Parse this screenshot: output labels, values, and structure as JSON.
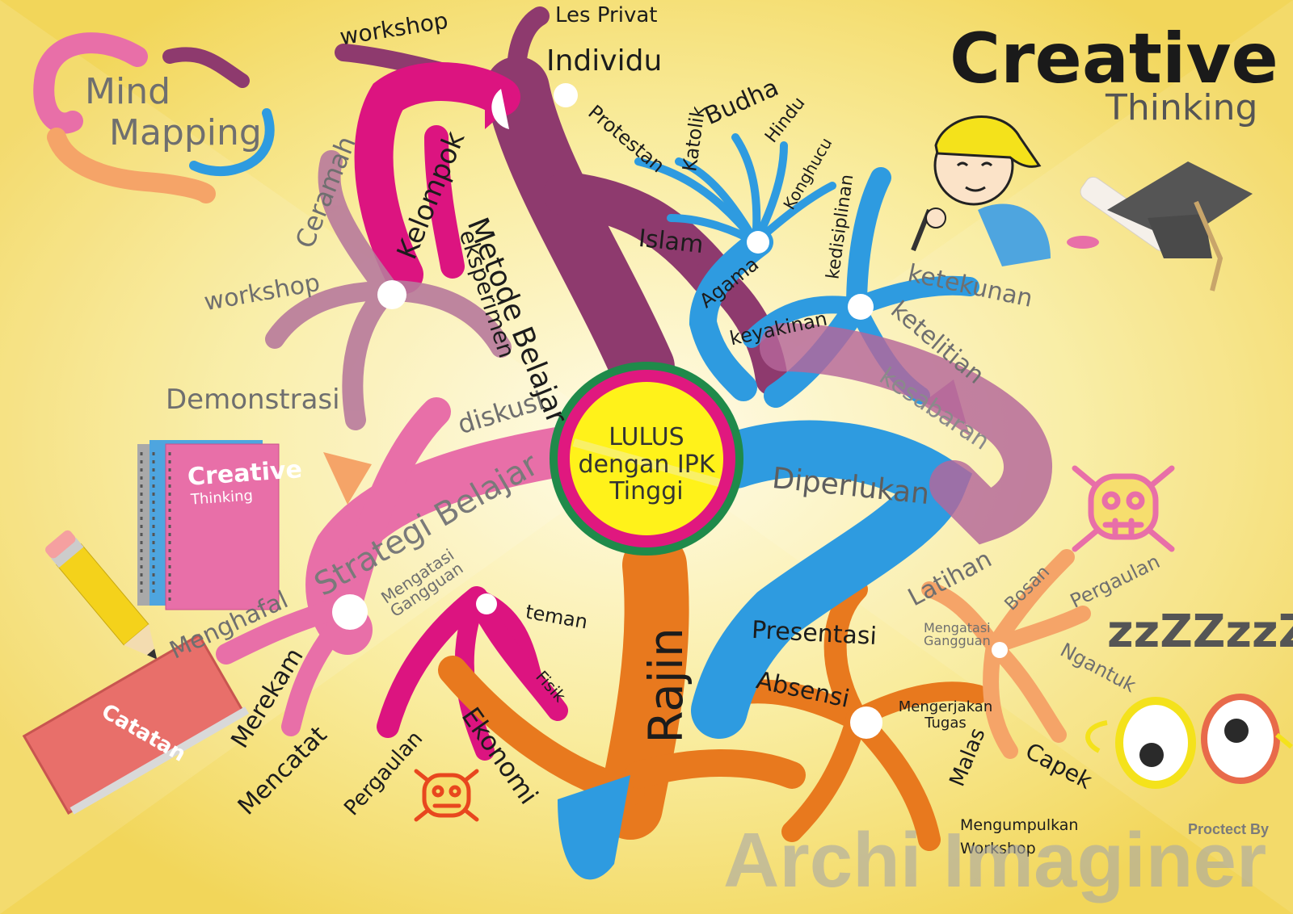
{
  "title": {
    "main": "Creative",
    "sub": "Thinking"
  },
  "logo_text": {
    "line1": "Mind",
    "line2": "Mapping"
  },
  "center": {
    "line1": "LULUS",
    "line2": "dengan IPK",
    "line3": "Tinggi"
  },
  "branches": {
    "metode": {
      "label": "Metode Belajar",
      "items": [
        "workshop",
        "Les Privat",
        "Individu",
        "Kelompok",
        "Ceramah",
        "workshop",
        "eksperimen",
        "Demonstrasi",
        "diskusi"
      ]
    },
    "agama": {
      "label": "Agama",
      "items": [
        "Budha",
        "Hindu",
        "Katolik",
        "Protestan",
        "Islam",
        "Konghucu"
      ]
    },
    "diperlukan": {
      "label": "Diperlukan",
      "items": [
        "kedisiplinan",
        "ketekunan",
        "keyakinan",
        "ketelitian",
        "kesabaran",
        "Latihan",
        "Presentasi",
        "Absensi",
        "Mengerjakan Tugas",
        "Mengumpulkan Workshop"
      ]
    },
    "strategi": {
      "label": "Strategi Belajar",
      "items": [
        "Menghafal",
        "Merekam",
        "Mencatat",
        "Mengatasi Gangguan",
        "teman",
        "Fisik",
        "Ekonomi",
        "Pergaulan"
      ]
    },
    "rajin": {
      "label": "Rajin"
    },
    "malas": {
      "label": "Malas",
      "items": [
        "Bosan",
        "Pergaulan",
        "Mengatasi Gangguan",
        "Ngantuk",
        "Capek"
      ]
    }
  },
  "book": {
    "line1": "Creative",
    "line2": "Thinking"
  },
  "notebook": {
    "label": "Catatan"
  },
  "zzz": "zzZZzzZ",
  "watermark": {
    "protect": "Proctect By",
    "brand": "Archi Imaginer"
  },
  "colors": {
    "background": "#f6de6e",
    "purple": "#8e3a6e",
    "magenta": "#dc1480",
    "pink": "#e86fa8",
    "blue": "#2e9be0",
    "orange": "#e8791e",
    "center_ring": "#1f8a4a",
    "center_fill": "#fff21a"
  }
}
